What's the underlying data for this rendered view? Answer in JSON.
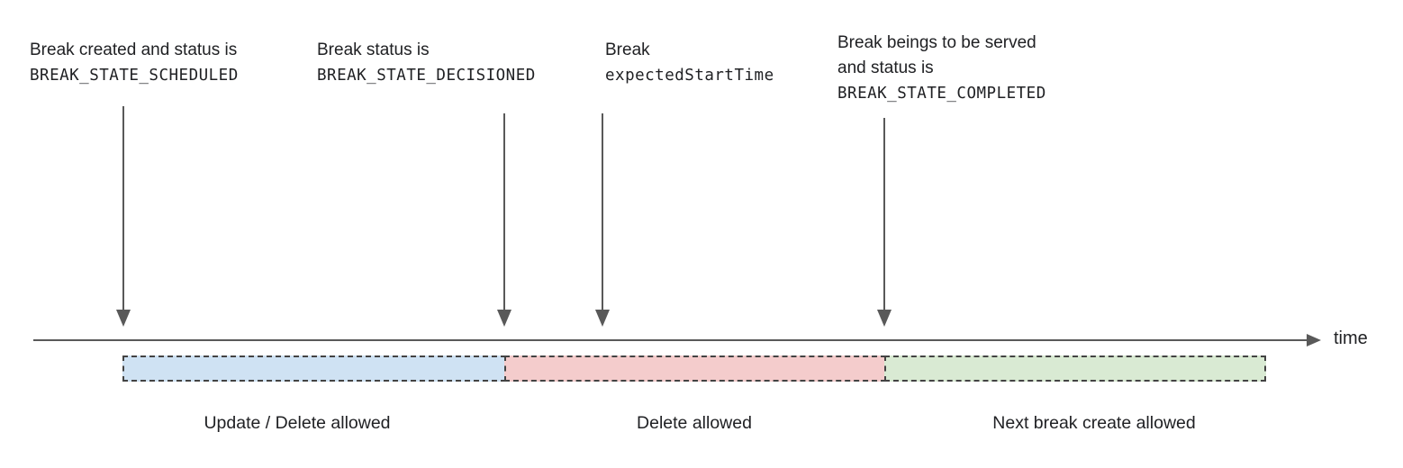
{
  "annotations": [
    {
      "lines": [
        "Break created and status is",
        "BREAK_STATE_SCHEDULED"
      ]
    },
    {
      "lines": [
        "Break status is",
        "BREAK_STATE_DECISIONED"
      ]
    },
    {
      "lines": [
        "Break",
        "expectedStartTime"
      ]
    },
    {
      "lines": [
        "Break beings to be served",
        "and status is",
        "BREAK_STATE_COMPLETED"
      ]
    }
  ],
  "timeline": {
    "label": "time"
  },
  "segments": [
    {
      "label": "Update / Delete allowed",
      "color": "#cfe2f3"
    },
    {
      "label": "Delete allowed",
      "color": "#f4cccc"
    },
    {
      "label": "Next break create allowed",
      "color": "#d9ead3"
    }
  ],
  "colors": {
    "arrow": "#595959",
    "segment_border": "#434343",
    "text": "#202124"
  }
}
